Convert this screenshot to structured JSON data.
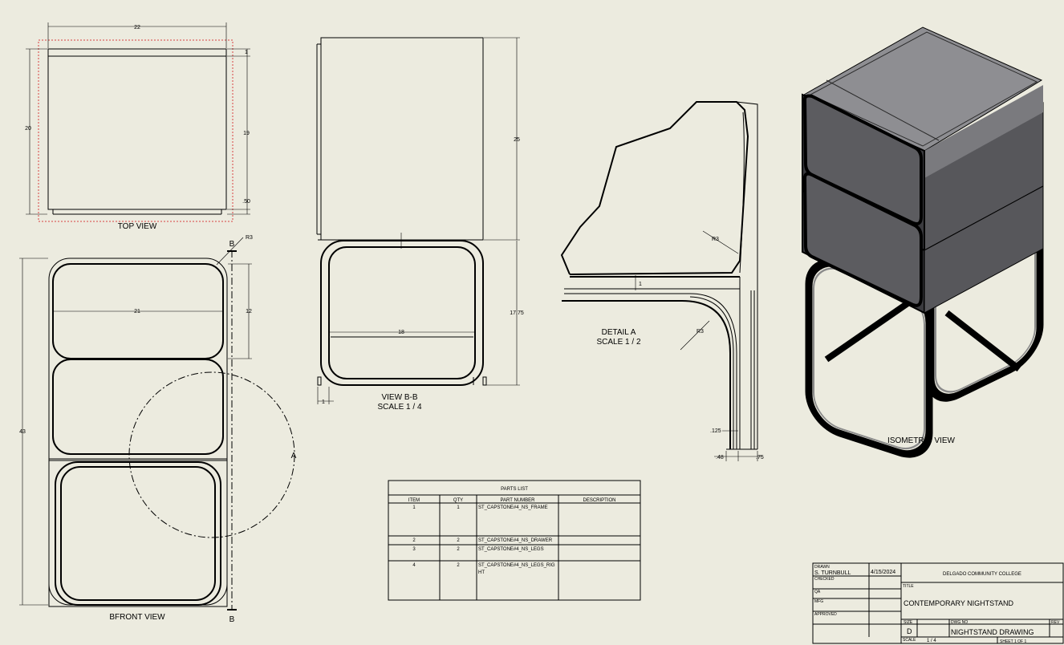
{
  "views": {
    "top": {
      "label": "TOP VIEW",
      "dims": {
        "width": "22",
        "depth": "20",
        "inner": "19",
        "top_gap": "1",
        "bottom_gap": ".50"
      }
    },
    "front": {
      "label": "BFRONT VIEW",
      "dims": {
        "height": "43",
        "drawer_width": "21",
        "drawer_height": "12"
      },
      "section_mark": "B",
      "radius": "R3",
      "detail_mark": "A"
    },
    "section": {
      "label": "VIEW B-B",
      "scale": "SCALE 1 / 4",
      "dims": {
        "upper": "25",
        "lower": "17.75",
        "inner_width": "18",
        "edge": "1"
      }
    },
    "detail": {
      "label": "DETAIL  A",
      "scale": "SCALE 1 / 2",
      "dims": {
        "r1": "R3",
        "r2": "R3",
        "thin": ".125",
        "left": ".48",
        "right": ".75",
        "gap": "1"
      }
    },
    "isometric": {
      "label": "ISOMETRIC VIEW"
    }
  },
  "parts_list": {
    "title": "PARTS LIST",
    "headers": [
      "ITEM",
      "QTY",
      "PART NUMBER",
      "DESCRIPTION"
    ],
    "rows": [
      {
        "item": "1",
        "qty": "1",
        "part": "ST_CAPSTONE#4_NS_FRAME",
        "desc": ""
      },
      {
        "item": "2",
        "qty": "2",
        "part": "ST_CAPSTONE#4_NS_DRAWER",
        "desc": ""
      },
      {
        "item": "3",
        "qty": "2",
        "part": "ST_CAPSTONE#4_NS_LEGS",
        "desc": ""
      },
      {
        "item": "4",
        "qty": "2",
        "part": "ST_CAPSTONE#4_NS_LEGS_RIG",
        "part_cont": "HT",
        "desc": ""
      }
    ]
  },
  "title_block": {
    "drawn_label": "DRAWN",
    "drawn_by": "S. TURNBULL",
    "date": "4/15/2024",
    "checked_label": "CHECKED",
    "qa_label": "QA",
    "mfg_label": "MFG",
    "approved_label": "APPROVED",
    "school": "DELGADO COMMUNITY COLLEGE",
    "title_label": "TITLE",
    "title": "CONTEMPORARY NIGHTSTAND",
    "size_label": "SIZE",
    "size": "D",
    "dwg_label": "DWG NO",
    "dwg_no": "NIGHTSTAND DRAWING",
    "rev_label": "REV",
    "scale_label": "SCALE",
    "scale": "1 / 4",
    "sheet": "SHEET 1  OF 1"
  }
}
